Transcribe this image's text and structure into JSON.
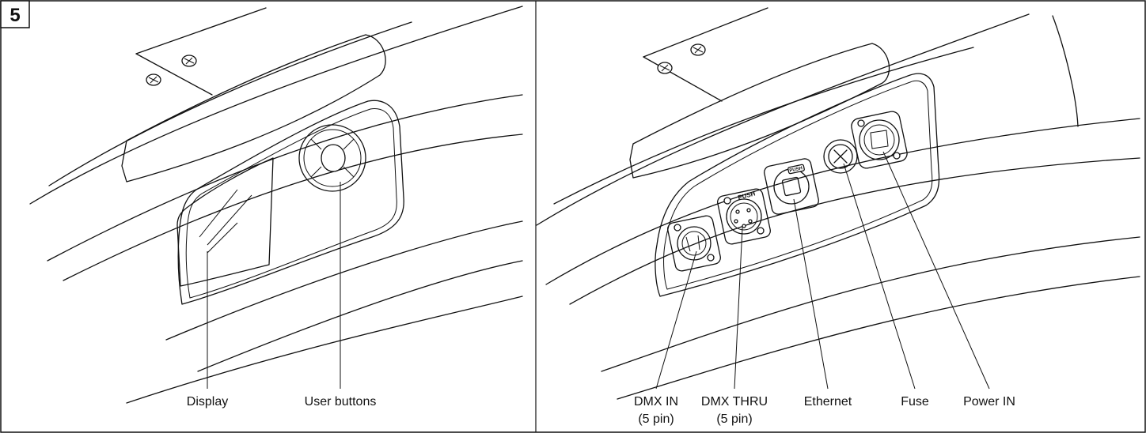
{
  "figure_number": "5",
  "left_panel": {
    "labels": {
      "display": "Display",
      "user_buttons": "User buttons"
    }
  },
  "right_panel": {
    "labels": {
      "dmx_in_line1": "DMX IN",
      "dmx_in_line2": "(5 pin)",
      "dmx_thru_line1": "DMX THRU",
      "dmx_thru_line2": "(5 pin)",
      "ethernet": "Ethernet",
      "fuse": "Fuse",
      "power_in": "Power IN"
    },
    "connector_text": {
      "push_1": "PUSH",
      "push_2": "PUSH"
    }
  }
}
